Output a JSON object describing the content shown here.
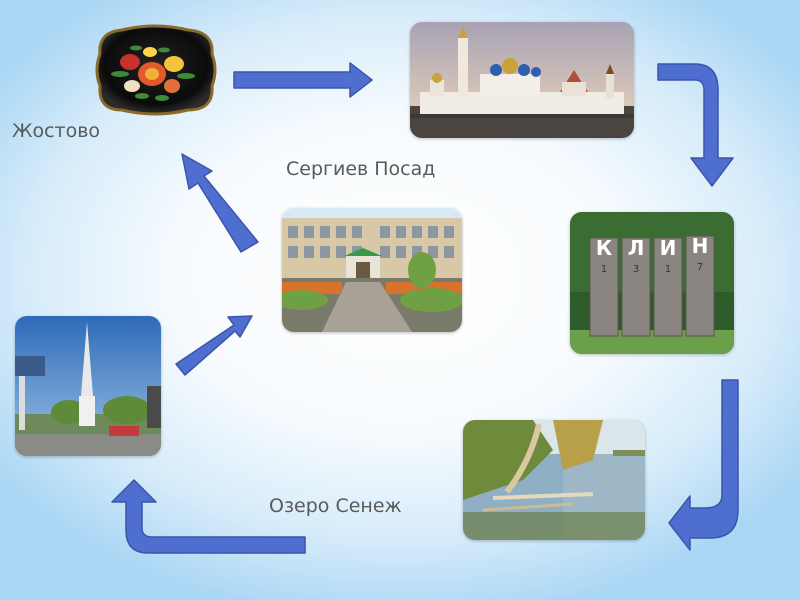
{
  "labels": {
    "zhostovo": "Жостово",
    "sergiev_posad": "Сергиев Посад",
    "ozero_senezh": "Озеро Сенеж"
  },
  "klin_sign": {
    "letters": [
      "К",
      "Л",
      "И",
      "Н"
    ],
    "digits": [
      "1",
      "3",
      "1",
      "7"
    ]
  },
  "colors": {
    "arrow_fill": "#4f6fd0",
    "arrow_stroke": "#3c55a8",
    "label_text": "#5a5a5a"
  }
}
